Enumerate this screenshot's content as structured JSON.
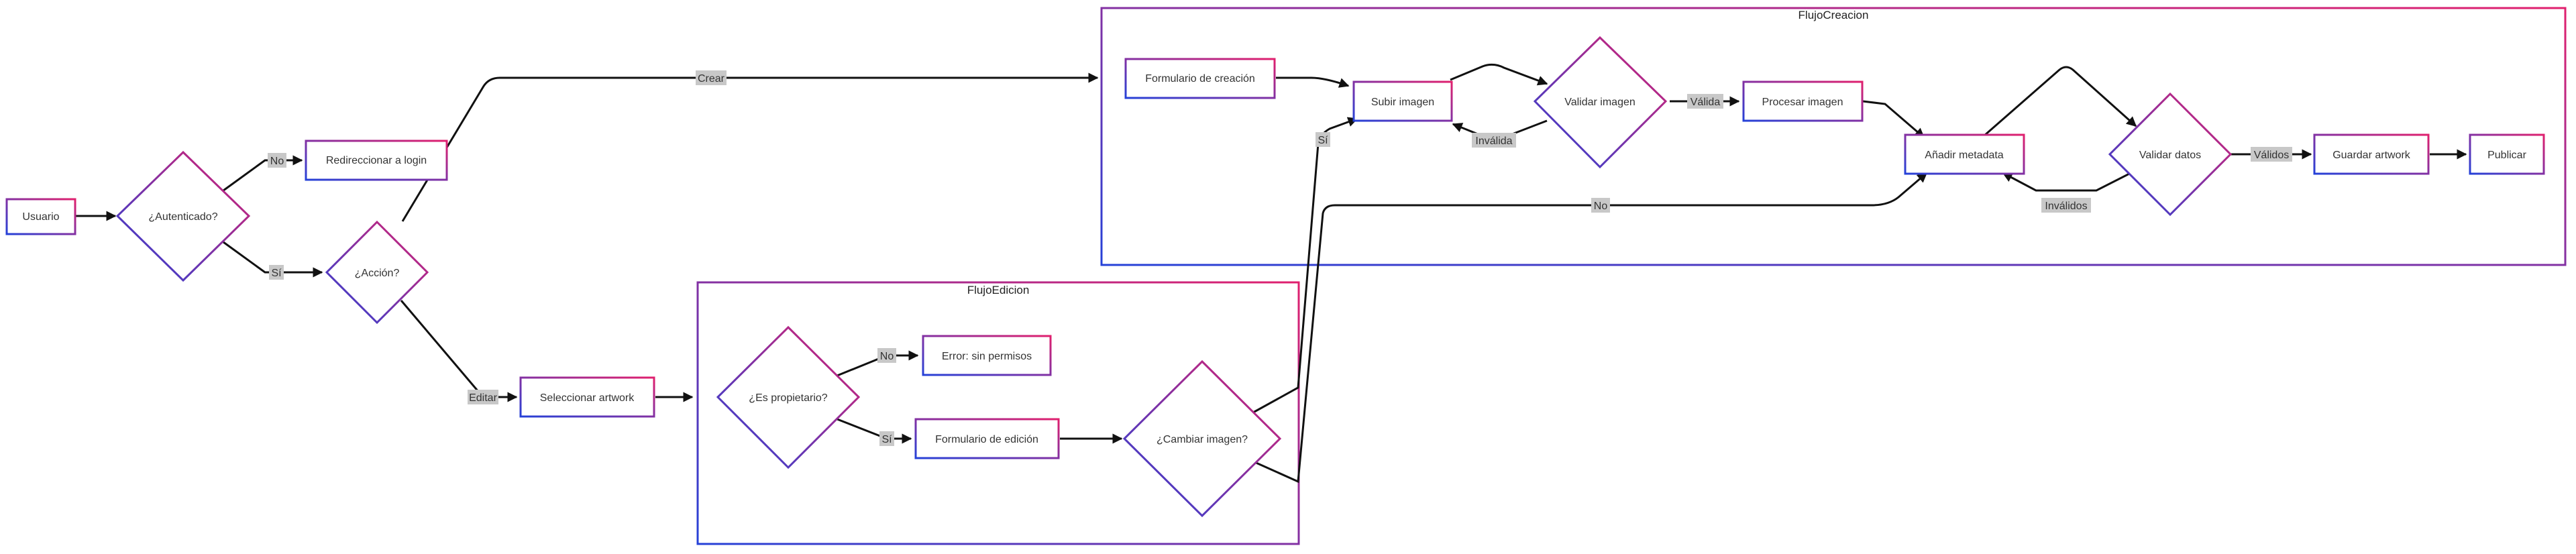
{
  "colors": {
    "border_start": "#2541d8",
    "border_end": "#e0206e",
    "edge": "#111111",
    "label_bg": "#c8c8c8"
  },
  "subgraphs": {
    "creacion": "FlujoCreacion",
    "edicion": "FlujoEdicion"
  },
  "nodes": {
    "usuario": "Usuario",
    "autenticado": "¿Autenticado?",
    "redireccionar": "Redireccionar a login",
    "accion": "¿Acción?",
    "seleccionar": "Seleccionar artwork",
    "es_propietario": "¿Es propietario?",
    "error": "Error: sin permisos",
    "formulario_edicion": "Formulario de edición",
    "cambiar_imagen": "¿Cambiar imagen?",
    "formulario_creacion": "Formulario de creación",
    "subir_imagen": "Subir imagen",
    "validar_imagen": "Validar imagen",
    "procesar_imagen": "Procesar imagen",
    "anadir_metadata": "Añadir metadata",
    "validar_datos": "Validar datos",
    "guardar_artwork": "Guardar artwork",
    "publicar": "Publicar"
  },
  "edge_labels": {
    "no_login": "No",
    "si_accion": "Sí",
    "crear": "Crear",
    "editar": "Editar",
    "no_permisos": "No",
    "si_edicion": "Sí",
    "si_cambiar": "Sí",
    "no_cambiar": "No",
    "invalida": "Inválida",
    "valida": "Válida",
    "validos": "Válidos",
    "invalidos": "Inválidos"
  }
}
